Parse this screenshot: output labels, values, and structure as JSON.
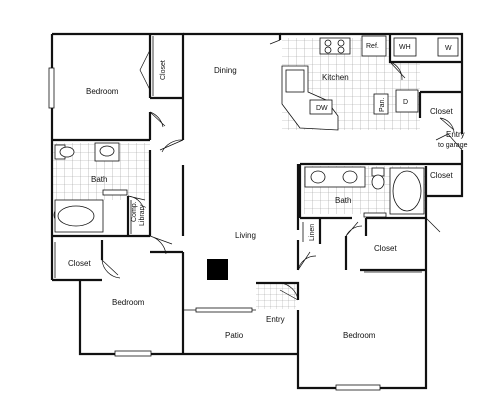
{
  "plan": {
    "rooms": {
      "bedroom_top_left": "Bedroom",
      "closet_top_left": "Closet",
      "dining": "Dining",
      "kitchen": "Kitchen",
      "ref": "Ref.",
      "wh": "WH",
      "w": "W",
      "d": "D",
      "pan": "Pan.",
      "dw": "DW",
      "closet_laundry": "Closet",
      "entry_garage_1": "Entry",
      "entry_garage_2": "to garage",
      "closet_right": "Closet",
      "bath_left": "Bath",
      "comp_library_1": "Comp.",
      "comp_library_2": "Library",
      "living": "Living",
      "bath_right": "Bath",
      "linen": "Linen",
      "closet_master": "Closet",
      "closet_bottom_left": "Closet",
      "bedroom_bottom_left": "Bedroom",
      "entry": "Entry",
      "patio": "Patio",
      "bedroom_master": "Bedroom"
    },
    "colors": {
      "wall": "#111111",
      "tile": "#9a9a9a",
      "floor": "#ffffff"
    }
  }
}
